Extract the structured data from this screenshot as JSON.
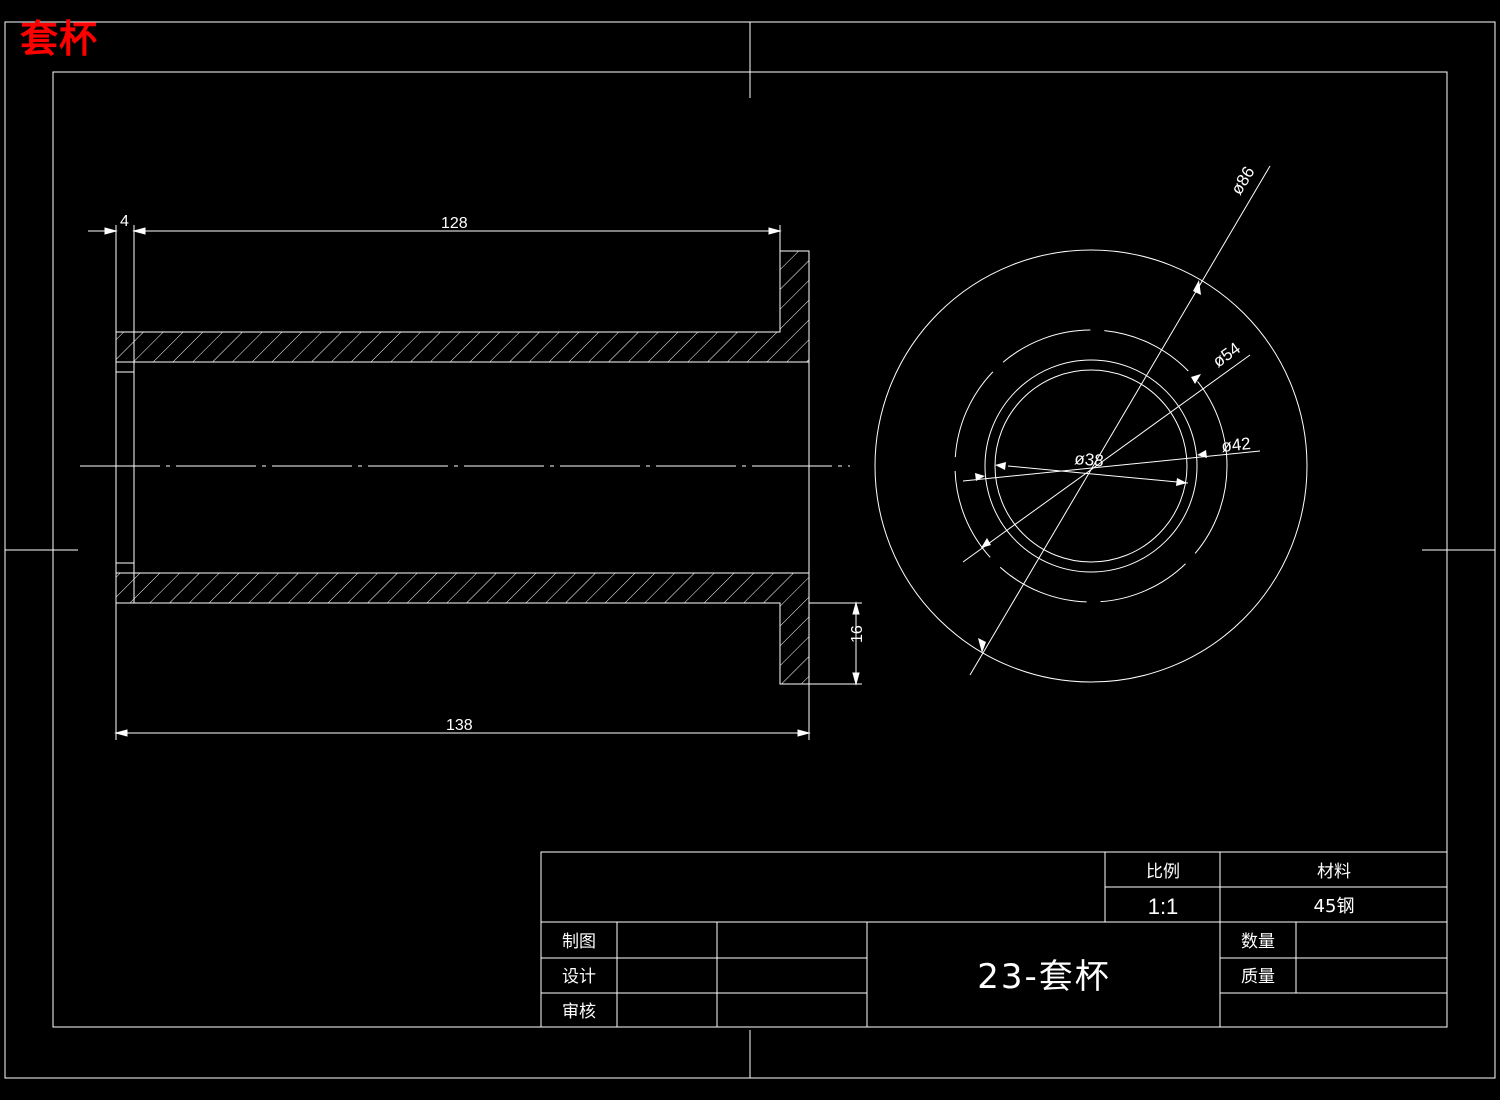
{
  "overlay_title": "套杯",
  "colors": {
    "background": "#000000",
    "line": "#ffffff",
    "overlay_title": "#ff0000"
  },
  "dimensions": {
    "dim_4": "4",
    "dim_128": "128",
    "dim_138": "138",
    "dim_16": "16",
    "dia_86": "ø86",
    "dia_54": "ø54",
    "dia_42": "ø42",
    "dia_38": "ø38"
  },
  "title_block": {
    "scale_label": "比例",
    "scale_value": "1:1",
    "material_label": "材料",
    "material_value": "45钢",
    "drawn_by": "制图",
    "designed_by": "设计",
    "checked_by": "审核",
    "drawing_title": "23-套杯",
    "quantity_label": "数量",
    "mass_label": "质量"
  }
}
